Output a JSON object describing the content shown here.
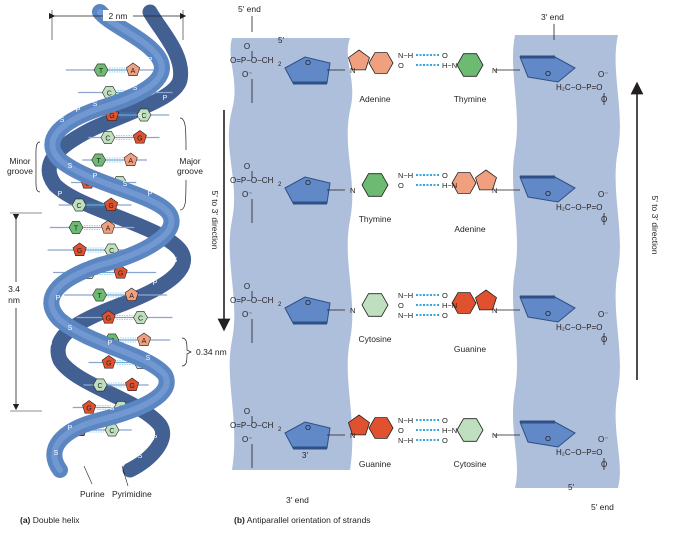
{
  "panel_a": {
    "caption_letter": "(a)",
    "caption_text": "Double helix",
    "width_label": "2 nm",
    "minor_groove_line1": "Minor",
    "minor_groove_line2": "groove",
    "major_groove_line1": "Major",
    "major_groove_line2": "groove",
    "pitch_line1": "3.4",
    "pitch_line2": "nm",
    "rise_label": "0.34 nm",
    "purine_label": "Purine",
    "pyrimidine_label": "Pyrimidine",
    "backbone_sugar": "S",
    "backbone_phosphate": "P"
  },
  "panel_b": {
    "caption_letter": "(b)",
    "caption_text": "Antiparallel orientation of strands",
    "left_top": "5′ end",
    "left_top_carbon": "5′",
    "left_bottom": "3′ end",
    "left_bottom_carbon": "3′",
    "right_top": "3′ end",
    "right_top_carbon": "3′",
    "right_bottom": "5′ end",
    "right_bottom_carbon": "5′",
    "left_direction": "5′ to 3′ direction",
    "right_direction": "5′ to 3′ direction",
    "pairs": [
      {
        "left": "Adenine",
        "right": "Thymine"
      },
      {
        "left": "Thymine",
        "right": "Adenine"
      },
      {
        "left": "Cytosine",
        "right": "Guanine"
      },
      {
        "left": "Guanine",
        "right": "Cytosine"
      }
    ]
  },
  "helix_pairs": [
    "TA",
    "CG",
    "GC",
    "CG",
    "TA",
    "GC",
    "CG",
    "TA",
    "GC",
    "CG",
    "TA",
    "GC",
    "TA",
    "GC",
    "CG",
    "GC",
    "GC"
  ],
  "colors": {
    "strand": "#5b86c2",
    "strand_dark": "#2f4f86",
    "strand_front": "#7aa0d6",
    "groove_panel": "#aebfdb",
    "adenine": "#f0a07f",
    "guanine": "#e0522f",
    "thymine": "#6dba73",
    "cytosine": "#bfe0bf",
    "sugar_ring": "#6189c7",
    "hbond": "#36a8e0"
  },
  "icons": [
    "phosphate-group",
    "deoxyribose-sugar",
    "purine-ring",
    "pyrimidine-ring",
    "hydrogen-bond"
  ]
}
